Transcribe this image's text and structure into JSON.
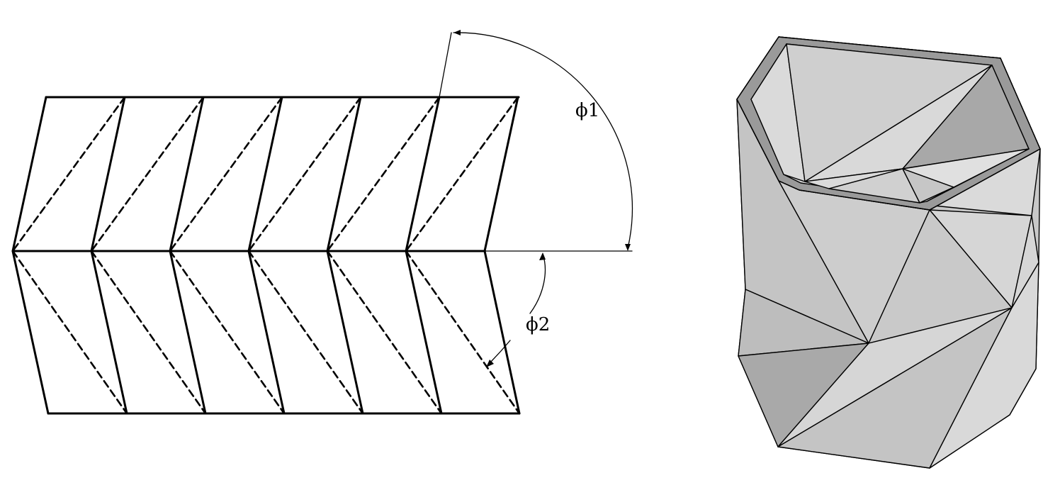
{
  "crease_pattern": {
    "label_phi1": "ϕ1",
    "label_phi2": "ϕ2",
    "line_color": "#000000",
    "mountain_fold_style": "solid",
    "valley_fold_style": "dashed"
  },
  "folded_model": {
    "face_colors": {
      "light": "#d9d9d9",
      "mid": "#c4c4c4",
      "dark": "#a9a9a9",
      "rim": "#9a9a9a"
    },
    "edge_color": "#000000"
  }
}
